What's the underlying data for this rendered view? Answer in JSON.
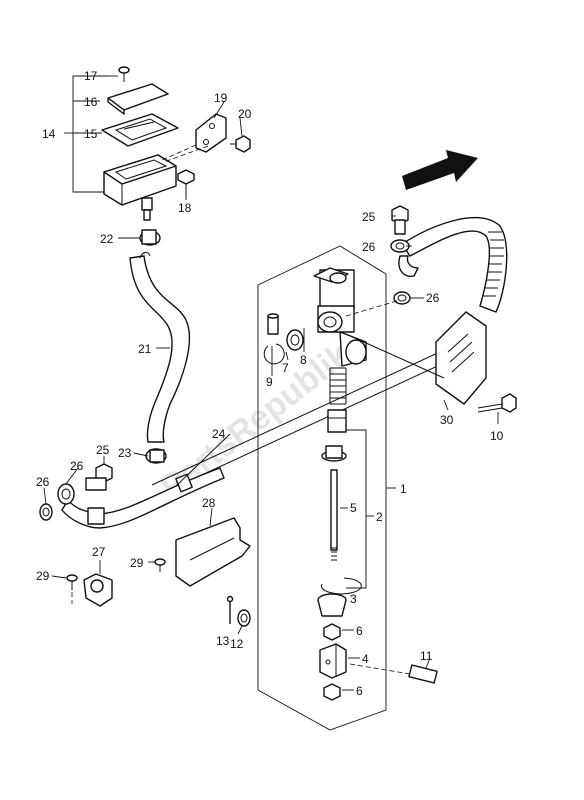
{
  "watermark": "PartsRepublik",
  "direction_arrow_icon": "front-direction-arrow-icon",
  "callouts": {
    "c1": "1",
    "c2": "2",
    "c3": "3",
    "c4": "4",
    "c5": "5",
    "c6a": "6",
    "c6b": "6",
    "c7": "7",
    "c8": "8",
    "c9": "9",
    "c10": "10",
    "c11": "11",
    "c12": "12",
    "c13": "13",
    "c14": "14",
    "c15": "15",
    "c16": "16",
    "c17": "17",
    "c18": "18",
    "c19": "19",
    "c20": "20",
    "c21": "21",
    "c22": "22",
    "c23": "23",
    "c24": "24",
    "c25a": "25",
    "c25b": "25",
    "c26a": "26",
    "c26b": "26",
    "c26c": "26",
    "c26d": "26",
    "c27": "27",
    "c28": "28",
    "c29a": "29",
    "c29b": "29",
    "c30": "30"
  }
}
